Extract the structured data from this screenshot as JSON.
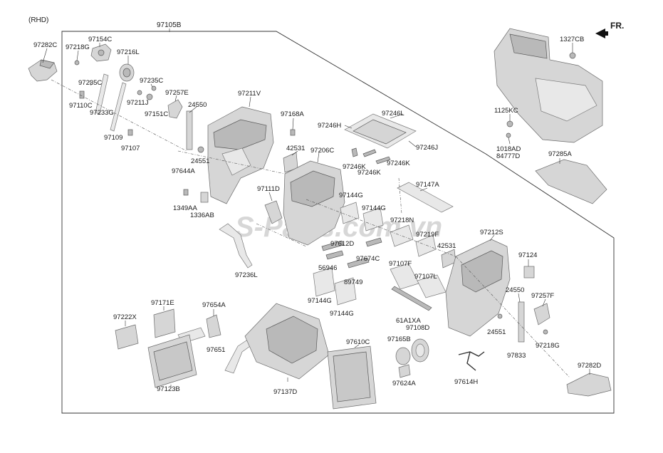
{
  "header": {
    "variant": "(RHD)",
    "assembly": "97105B",
    "direction": "FR."
  },
  "watermark": "S-Parts.com.vn",
  "labels": {
    "p97282C": "97282C",
    "p97154C": "97154C",
    "p97218G_a": "97218G",
    "p97216L": "97216L",
    "p97235C_a": "97235C",
    "p97235C_b": "97235C",
    "p97257E": "97257E",
    "p97211J": "97211J",
    "p97151C": "97151C",
    "p24550_a": "24550",
    "p97110C": "97110C",
    "p97233G": "97233G",
    "p97211V": "97211V",
    "p97168A": "97168A",
    "p97109": "97109",
    "p97107": "97107",
    "p42531_a": "42531",
    "p24551_a": "24551",
    "p97644A": "97644A",
    "p97206C": "97206C",
    "p97246L": "97246L",
    "p97246H": "97246H",
    "p97246J": "97246J",
    "p97246K_a": "97246K",
    "p97246K_b": "97246K",
    "p97246K_c": "97246K",
    "p1327CB": "1327CB",
    "p1125KC": "1125KC",
    "p1018AD": "1018AD",
    "p84777D": "84777D",
    "p97285A": "97285A",
    "p97111D": "97111D",
    "p97144G_a": "97144G",
    "p97144G_b": "97144G",
    "p97147A": "97147A",
    "p1349AA": "1349AA",
    "p1336AB": "1336AB",
    "p97218N": "97218N",
    "p97219F": "97219F",
    "p97212S": "97212S",
    "p97612D": "97612D",
    "p42531_b": "42531",
    "p97124": "97124",
    "p56946": "56946",
    "p97674C": "97674C",
    "p97236L": "97236L",
    "p97107F": "97107F",
    "p97107L": "97107L",
    "p89749": "89749",
    "p24550_b": "24550",
    "p97144G_c": "97144G",
    "p97144G_d": "97144G",
    "p97257F": "97257F",
    "p61A1XA": "61A1XA",
    "p97108D": "97108D",
    "p24551_b": "24551",
    "p97171E": "97171E",
    "p97654A": "97654A",
    "p97222X": "97222X",
    "p97610C": "97610C",
    "p97165B": "97165B",
    "p97218G_b": "97218G",
    "p97651": "97651",
    "p97833": "97833",
    "p97282D": "97282D",
    "p97123B": "97123B",
    "p97137D": "97137D",
    "p97624A": "97624A",
    "p97614H": "97614H"
  },
  "icons": {
    "direction_arrow": "arrow-forward-icon"
  }
}
